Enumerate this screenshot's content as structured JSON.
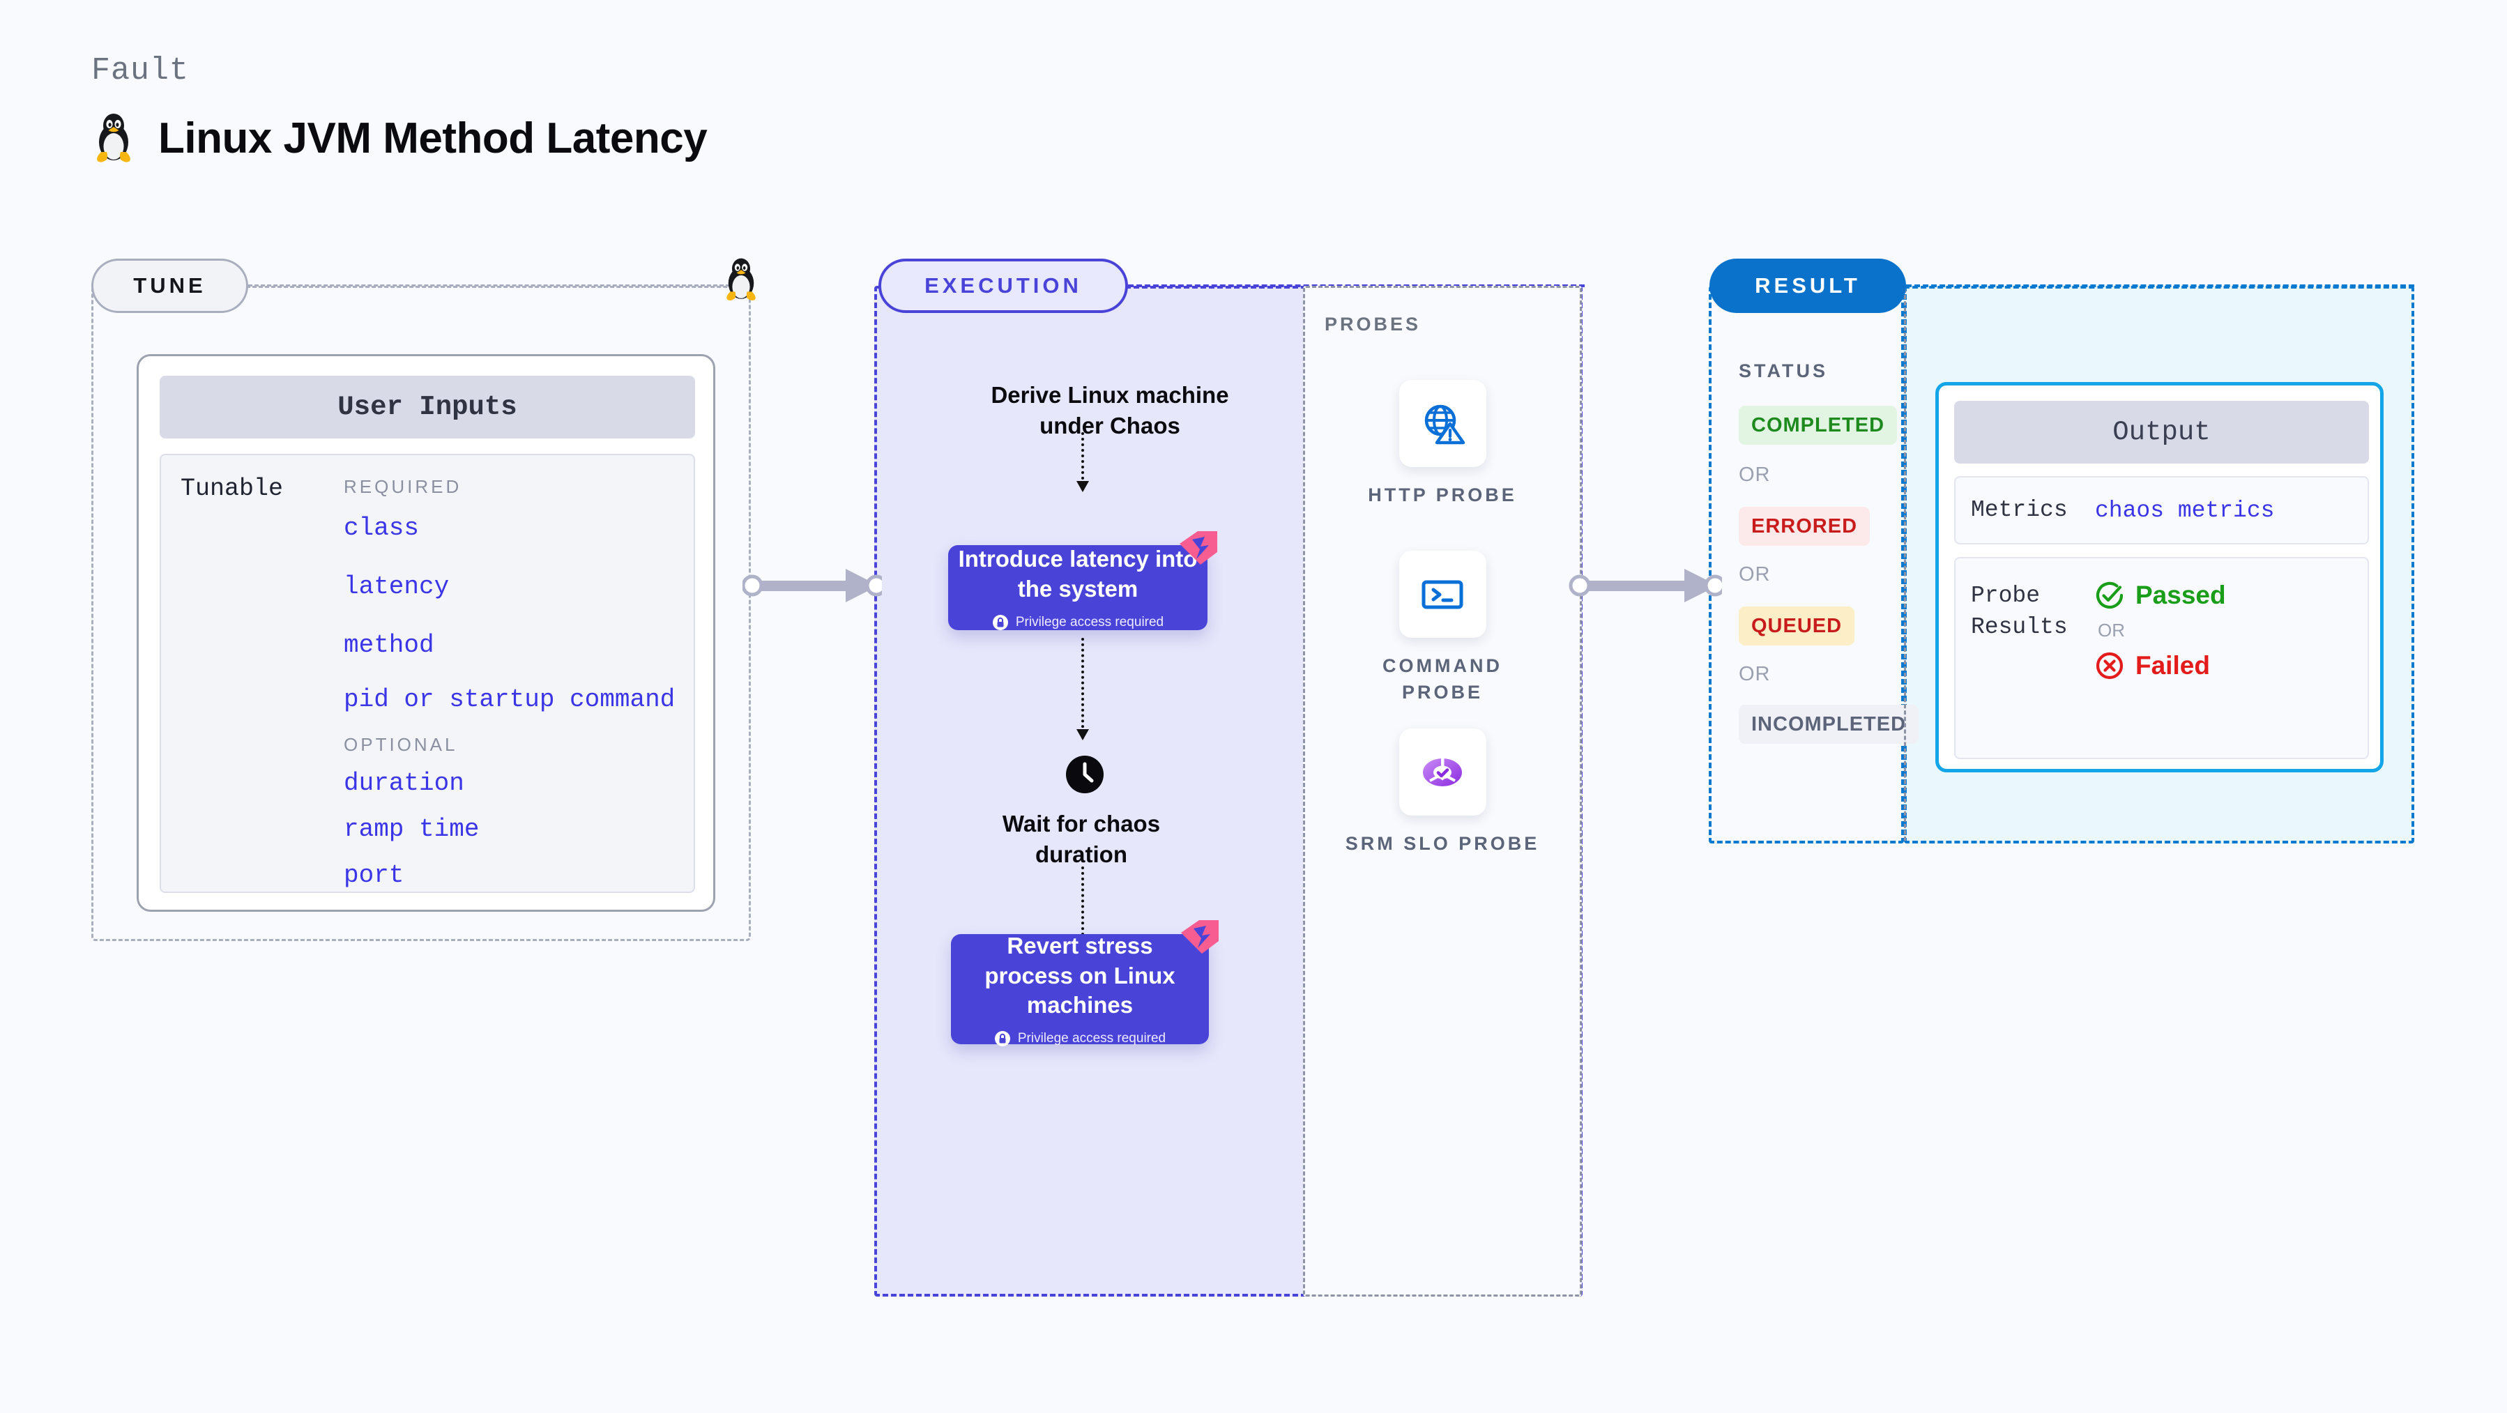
{
  "header": {
    "eyebrow": "Fault",
    "title": "Linux JVM Method Latency",
    "icon": "linux-penguin-icon"
  },
  "tune": {
    "badge": "TUNE",
    "card": {
      "header": "User Inputs",
      "tunable_label": "Tunable",
      "groups": [
        {
          "group": "REQUIRED",
          "items": [
            "class",
            "latency",
            "method",
            "pid or startup command"
          ]
        },
        {
          "group": "OPTIONAL",
          "items": [
            "duration",
            "ramp time",
            "port"
          ]
        }
      ]
    }
  },
  "execution": {
    "badge": "EXECUTION",
    "steps": [
      {
        "type": "caption",
        "text": "Derive Linux machine under Chaos"
      },
      {
        "type": "action",
        "text": "Introduce latency into the system",
        "note": "Privilege access required",
        "note_icon": "lock-icon",
        "badge_icon": "harness-chaos-icon"
      },
      {
        "type": "wait",
        "text": "Wait for chaos duration",
        "icon": "clock-icon"
      },
      {
        "type": "action",
        "text": "Revert stress process on Linux machines",
        "note": "Privilege access required",
        "note_icon": "lock-icon",
        "badge_icon": "harness-chaos-icon"
      }
    ]
  },
  "probes": {
    "label": "PROBES",
    "items": [
      {
        "label": "HTTP PROBE",
        "icon": "globe-warning-icon"
      },
      {
        "label": "COMMAND PROBE",
        "icon": "terminal-icon"
      },
      {
        "label": "SRM SLO PROBE",
        "icon": "slo-donut-check-icon"
      }
    ]
  },
  "result": {
    "badge": "RESULT",
    "status_label": "STATUS",
    "or_text": "OR",
    "statuses": [
      {
        "label": "COMPLETED",
        "bg": "#E2F5E2",
        "fg": "#1E8A1E"
      },
      {
        "label": "ERRORED",
        "bg": "#FCEAEA",
        "fg": "#C81C1C"
      },
      {
        "label": "QUEUED",
        "bg": "#FCEFC7",
        "fg": "#C81C1C"
      },
      {
        "label": "INCOMPLETED",
        "bg": "#F0F1F6",
        "fg": "#5C6479"
      }
    ],
    "output": {
      "header": "Output",
      "metrics_key": "Metrics",
      "metrics_value": "chaos metrics",
      "probe_results_key": "Probe Results",
      "passed_label": "Passed",
      "passed_icon": "check-circle-icon",
      "or_text": "OR",
      "failed_label": "Failed",
      "failed_icon": "x-circle-icon"
    }
  },
  "colors": {
    "canvas": "#F8FAFD",
    "purple": "#4A43D8",
    "execution_bg": "#E6E7FB",
    "result_blue": "#0A72CB",
    "result_bg": "#EAF7FD",
    "pink_badge": "#F85D92",
    "link": "#3B35E8"
  }
}
